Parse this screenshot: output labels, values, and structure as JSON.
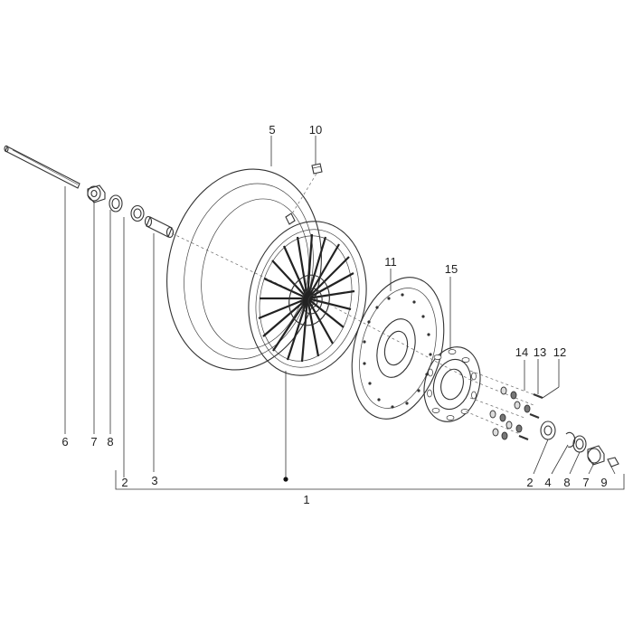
{
  "diagram": {
    "callouts": {
      "c1": "1",
      "c2_left": "2",
      "c2_right": "2",
      "c3": "3",
      "c4": "4",
      "c5": "5",
      "c6": "6",
      "c7_left": "7",
      "c7_right": "7",
      "c8_left": "8",
      "c8_right": "8",
      "c9": "9",
      "c10": "10",
      "c11": "11",
      "c12": "12",
      "c13": "13",
      "c14": "14",
      "c15": "15"
    }
  }
}
